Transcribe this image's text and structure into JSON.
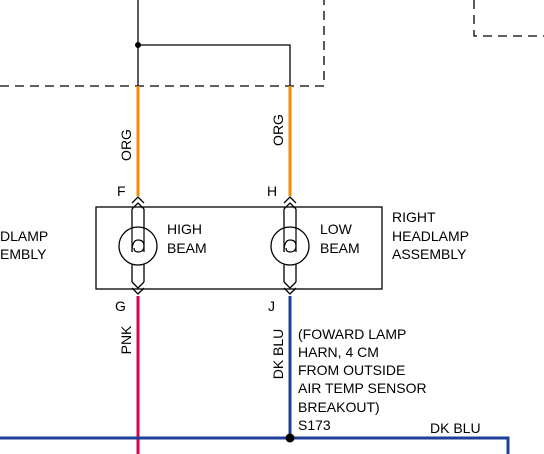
{
  "wires": {
    "left_top_color": "ORG",
    "right_top_color": "ORG",
    "left_bottom_color": "PNK",
    "right_bottom_color": "DK BLU",
    "bottom_bus_color": "DK BLU"
  },
  "pins": {
    "left_top": "F",
    "right_top": "H",
    "left_bottom": "G",
    "right_bottom": "J"
  },
  "lamps": {
    "high": {
      "line1": "HIGH",
      "line2": "BEAM"
    },
    "low": {
      "line1": "LOW",
      "line2": "BEAM"
    }
  },
  "assembly": {
    "right": [
      "RIGHT",
      "HEADLAMP",
      "ASSEMBLY"
    ],
    "left_partial": [
      "DLAMP",
      "EMBLY"
    ]
  },
  "splice": {
    "note": [
      "(FOWARD LAMP",
      "HARN, 4 CM",
      "FROM OUTSIDE",
      "AIR TEMP SENSOR",
      "BREAKOUT)"
    ],
    "id": "S173"
  },
  "colors": {
    "orange": "#f28c00",
    "pink": "#e0004e",
    "blue": "#1f3f9a",
    "line": "#000000"
  }
}
